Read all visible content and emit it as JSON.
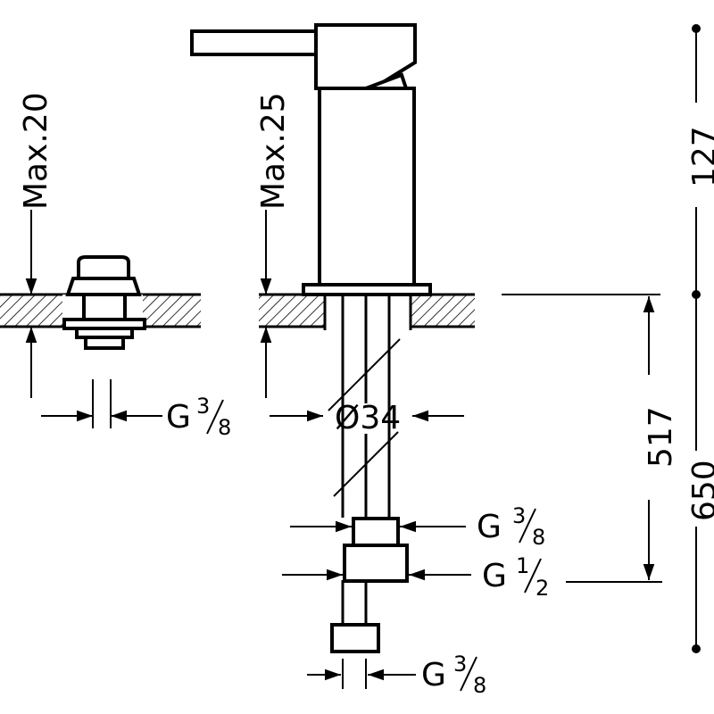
{
  "labels": {
    "max_left": "Max.20",
    "max_right": "Max.25",
    "diameter": "Ø34",
    "dim_127": "127",
    "dim_517": "517",
    "dim_650": "650"
  },
  "threads": {
    "left": {
      "prefix": "G",
      "num": "3",
      "den": "8"
    },
    "pipe_upper": {
      "prefix": "G",
      "num": "3",
      "den": "8"
    },
    "pipe_lower": {
      "prefix": "G",
      "num": "1",
      "den": "2"
    },
    "bottom": {
      "prefix": "G",
      "num": "3",
      "den": "8"
    }
  }
}
